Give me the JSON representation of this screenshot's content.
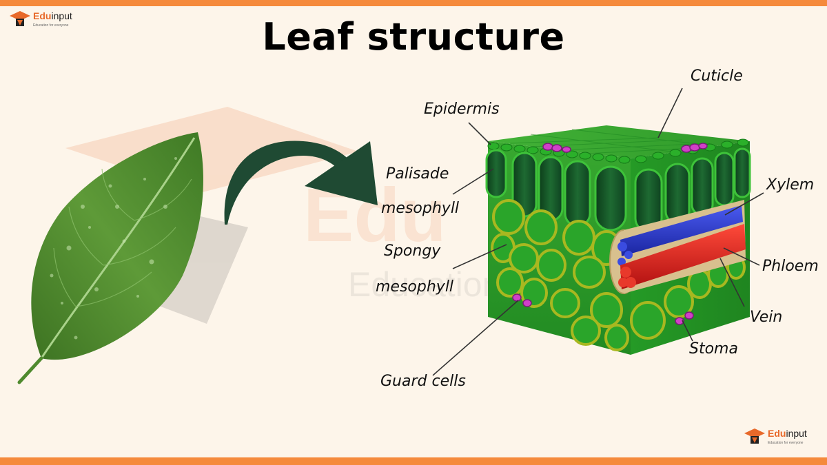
{
  "title": "Leaf structure",
  "brand": {
    "name_a": "Edu",
    "name_b": "input",
    "tagline": "Education for everyone"
  },
  "watermark": {
    "line1": "Edu",
    "line2": "Education for everyone"
  },
  "labels": {
    "cuticle": "Cuticle",
    "epidermis": "Epidermis",
    "palisade_1": "Palisade",
    "palisade_2": "mesophyll",
    "spongy_1": "Spongy",
    "spongy_2": "mesophyll",
    "xylem": "Xylem",
    "phloem": "Phloem",
    "vein": "Vein",
    "stoma": "Stoma",
    "guard_cells": "Guard cells"
  },
  "colors": {
    "accent_bar": "#f58a3c",
    "background": "#fdf5ea",
    "arrow": "#1f4a33",
    "leaf": "#4f8a2e",
    "tissue": "#2f9c2a",
    "xylem": "#2f3fd0",
    "phloem": "#e02020",
    "stoma": "#d040c8"
  }
}
